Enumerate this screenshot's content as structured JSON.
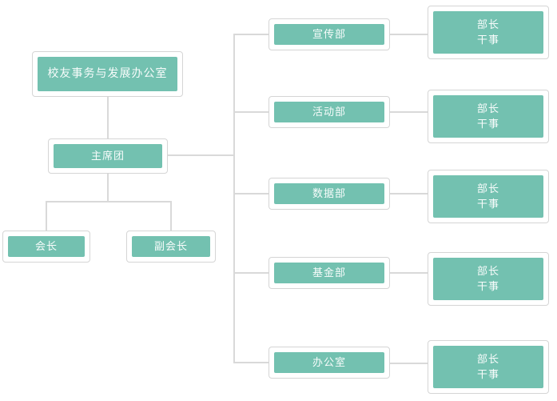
{
  "diagram": {
    "type": "org-chart",
    "root": {
      "label": "校友事务与发展办公室"
    },
    "presidium": {
      "label": "主席团"
    },
    "leaders": [
      {
        "label": "会长"
      },
      {
        "label": "副会长"
      }
    ],
    "departments": [
      {
        "label": "宣传部",
        "staff": [
          "部长",
          "干事"
        ]
      },
      {
        "label": "活动部",
        "staff": [
          "部长",
          "干事"
        ]
      },
      {
        "label": "数据部",
        "staff": [
          "部长",
          "干事"
        ]
      },
      {
        "label": "基金部",
        "staff": [
          "部长",
          "干事"
        ]
      },
      {
        "label": "办公室",
        "staff": [
          "部长",
          "干事"
        ]
      }
    ],
    "colors": {
      "node_fill": "#73c1b0",
      "node_border": "#d5d5d5",
      "connector": "#d9d9d9",
      "node_text": "#ffffff",
      "background": "#ffffff"
    }
  }
}
